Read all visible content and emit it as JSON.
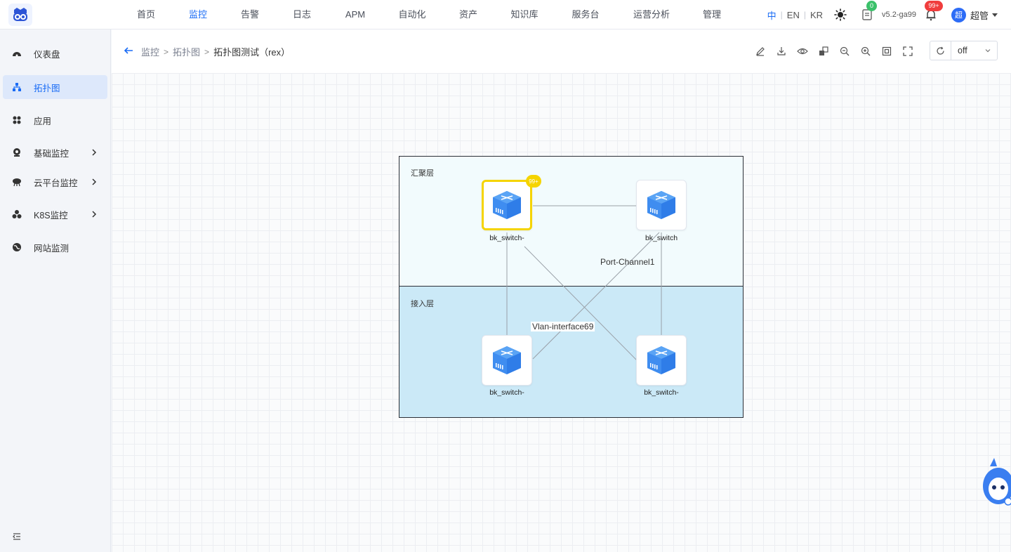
{
  "topbar": {
    "nav": [
      {
        "label": "首页",
        "active": false
      },
      {
        "label": "监控",
        "active": true
      },
      {
        "label": "告警",
        "active": false
      },
      {
        "label": "日志",
        "active": false
      },
      {
        "label": "APM",
        "active": false
      },
      {
        "label": "自动化",
        "active": false
      },
      {
        "label": "资产",
        "active": false
      },
      {
        "label": "知识库",
        "active": false
      },
      {
        "label": "服务台",
        "active": false
      },
      {
        "label": "运营分析",
        "active": false
      },
      {
        "label": "管理",
        "active": false
      }
    ],
    "languages": [
      "中",
      "EN",
      "KR"
    ],
    "active_language": "中",
    "task_count": "0",
    "version": "v5.2-ga99",
    "notification_count": "99+",
    "avatar_text": "超",
    "username": "超管"
  },
  "sidebar": {
    "items": [
      {
        "label": "仪表盘",
        "icon": "dashboard-icon",
        "active": false,
        "expandable": false
      },
      {
        "label": "拓扑图",
        "icon": "topology-icon",
        "active": true,
        "expandable": false
      },
      {
        "label": "应用",
        "icon": "apps-icon",
        "active": false,
        "expandable": false
      },
      {
        "label": "基础监控",
        "icon": "camera-icon",
        "active": false,
        "expandable": true
      },
      {
        "label": "云平台监控",
        "icon": "cloud-icon",
        "active": false,
        "expandable": true
      },
      {
        "label": "K8S监控",
        "icon": "cluster-icon",
        "active": false,
        "expandable": true
      },
      {
        "label": "网站监测",
        "icon": "globe-icon",
        "active": false,
        "expandable": false
      }
    ]
  },
  "breadcrumb": [
    "监控",
    "拓扑图",
    "拓扑图测试（rex）"
  ],
  "toolbar": {
    "tools": [
      "edit-icon",
      "download-icon",
      "eye-icon",
      "layout-icon",
      "zoom-out-icon",
      "zoom-in-icon",
      "fit-icon",
      "fullscreen-icon"
    ],
    "refresh_value": "off"
  },
  "topology": {
    "layers": [
      {
        "label": "汇聚层"
      },
      {
        "label": "接入层"
      }
    ],
    "nodes": [
      {
        "label": "bk_switch-",
        "selected": true,
        "alarm": "99+"
      },
      {
        "label": "bk_switch",
        "selected": false,
        "alarm": ""
      },
      {
        "label": "bk_switch-",
        "selected": false,
        "alarm": ""
      },
      {
        "label": "bk_switch-",
        "selected": false,
        "alarm": ""
      }
    ],
    "link_labels": [
      "Port-Channel1",
      "Vlan-interface69"
    ],
    "colors": {
      "selected_border": "#f5d400",
      "aggregation_layer": "#f2fbfd",
      "access_layer": "#cbe9f7",
      "accent": "#1a6cf5"
    }
  }
}
